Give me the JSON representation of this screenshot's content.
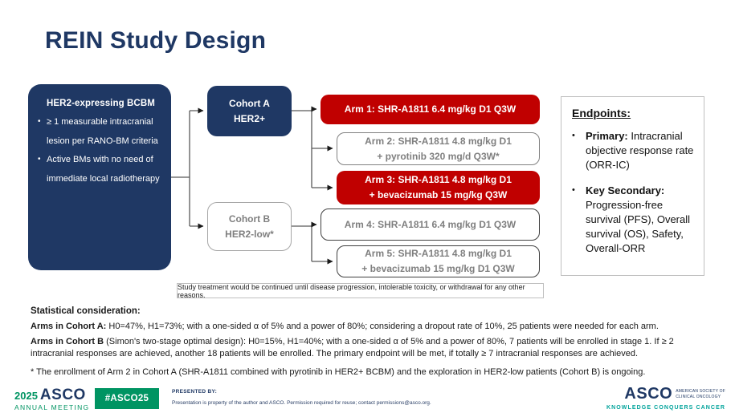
{
  "ui": {
    "bullet": "•"
  },
  "colors": {
    "navy": "#1F3864",
    "red": "#C00000",
    "green": "#009462",
    "teal": "#00A39B",
    "gray_text": "#7F7F7F"
  },
  "title": "REIN Study Design",
  "eligibility": {
    "heading": "HER2-expressing BCBM",
    "bullets": [
      "≥ 1 measurable intracranial lesion per RANO-BM criteria",
      "Active BMs with no need of immediate local radiotherapy"
    ]
  },
  "cohort_a": {
    "line1": "Cohort A",
    "line2": "HER2+"
  },
  "cohort_b": {
    "line1": "Cohort B",
    "line2": "HER2-low*"
  },
  "arms": [
    {
      "line1": "Arm 1: SHR-A1811 6.4 mg/kg D1 Q3W",
      "line2": ""
    },
    {
      "line1": "Arm 2: SHR-A1811 4.8 mg/kg D1",
      "line2": "+ pyrotinib 320 mg/d Q3W*"
    },
    {
      "line1": "Arm 3: SHR-A1811 4.8 mg/kg D1",
      "line2": "+ bevacizumab 15 mg/kg Q3W"
    },
    {
      "line1": "Arm 4: SHR-A1811 6.4 mg/kg D1 Q3W",
      "line2": ""
    },
    {
      "line1": "Arm 5: SHR-A1811 4.8 mg/kg D1",
      "line2": "+ bevacizumab 15 mg/kg D1 Q3W"
    }
  ],
  "endpoints": {
    "heading": "Endpoints:",
    "items": [
      {
        "lead": "Primary:",
        "text": " Intracranial objective response rate (ORR-IC)"
      },
      {
        "lead": "Key Secondary:",
        "text": " Progression-free survival (PFS), Overall survival (OS), Safety, Overall-ORR"
      }
    ]
  },
  "note": "Study treatment would be continued until disease progression, intolerable toxicity, or withdrawal for any other reasons.",
  "stats": {
    "heading": "Statistical consideration:",
    "cohort_a_lead": "Arms in Cohort A:",
    "cohort_a_text": " H0=47%, H1=73%; with a one-sided α of 5% and a power of 80%; considering a dropout rate of 10%, 25 patients were needed for each arm.",
    "cohort_b_lead": "Arms in Cohort B",
    "cohort_b_text": " (Simon's two-stage optimal design): H0=15%, H1=40%; with a one-sided α of 5% and a power of 80%, 7 patients will be enrolled in stage 1. If ≥ 2 intracranial responses are achieved, another 18 patients will be enrolled. The primary endpoint will be met, if totally ≥ 7 intracranial responses are achieved."
  },
  "footnote": "* The enrollment of Arm 2 in Cohort A (SHR-A1811 combined with pyrotinib in HER2+ BCBM) and the exploration in HER2-low patients (Cohort B) is ongoing.",
  "footer": {
    "meeting_year": "2025",
    "meeting_org": "ASCO",
    "meeting_line2": "ANNUAL MEETING",
    "hashtag": "#ASCO25",
    "presented_by": "PRESENTED BY:",
    "permission": "Presentation is property of the author and ASCO. Permission required for reuse; contact permissions@asco.org.",
    "logo_org": "ASCO",
    "logo_society_line1": "AMERICAN SOCIETY OF",
    "logo_society_line2": "CLINICAL ONCOLOGY",
    "logo_tagline": "KNOWLEDGE CONQUERS CANCER"
  }
}
